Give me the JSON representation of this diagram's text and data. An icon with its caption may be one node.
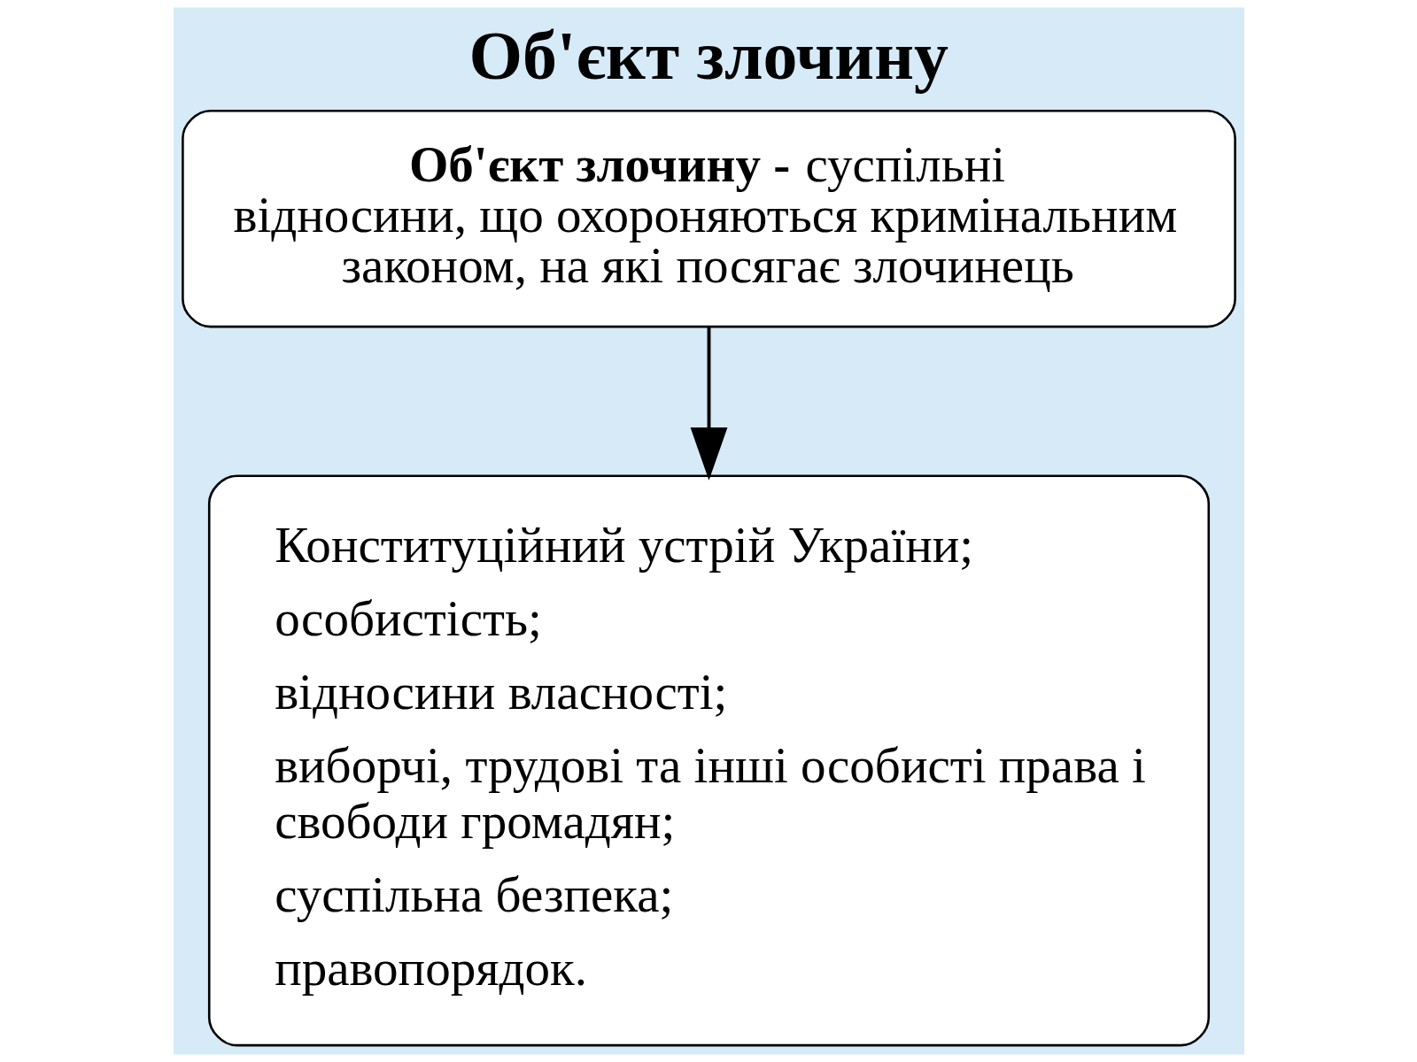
{
  "diagram": {
    "title": "Об'єкт злочину",
    "nodes": [
      {
        "text": [
          "**Об'єкт злочину -** суспільні відносини, що охороняються кримінальним законом, на які посягає злочинець"
        ]
      },
      {
        "text": [
          "Конституційний устрій України;",
          "особистість;",
          "відносини власності;",
          "виборчі, трудові та інші особисті права і свободи громадян;",
          "суспільна безпека;",
          "правопорядок."
        ]
      }
    ],
    "edges": [
      {
        "from": 0,
        "to": 1,
        "arrow": "to"
      }
    ]
  }
}
